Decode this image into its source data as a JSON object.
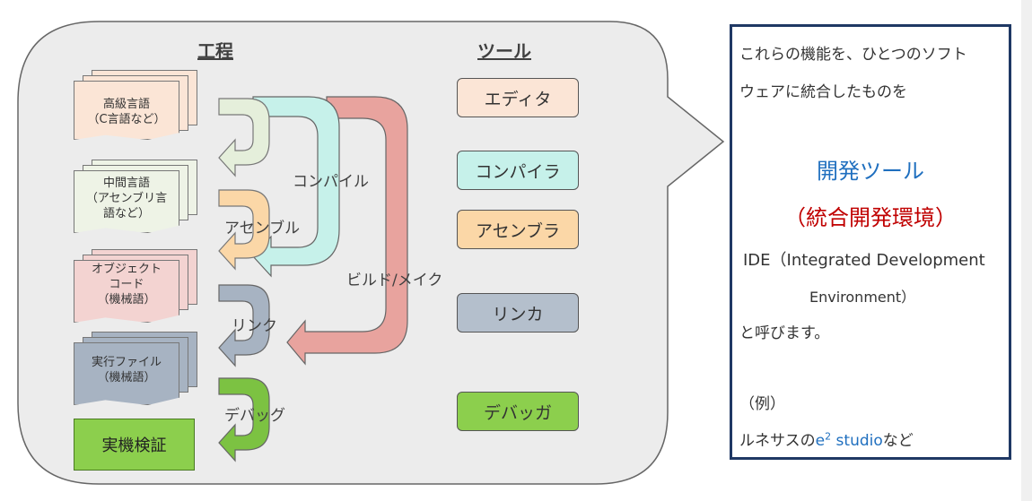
{
  "headers": {
    "process": "工程",
    "tools": "ツール"
  },
  "process_items": {
    "high_level": [
      "高級言語",
      "（C言語など）"
    ],
    "intermediate": [
      "中間言語",
      "（アセンブリ言",
      "語など）"
    ],
    "object": [
      "オブジェクト",
      "コード",
      "（機械語）"
    ],
    "executable": [
      "実行ファイル",
      "（機械語）"
    ],
    "verification": "実機検証"
  },
  "flow_labels": {
    "compile": "コンパイル",
    "assemble": "アセンブル",
    "build": "ビルド/メイク",
    "link": "リンク",
    "debug": "デバッグ"
  },
  "tools": [
    "エディタ",
    "コンパイラ",
    "アセンブラ",
    "リンカ",
    "デバッガ"
  ],
  "colors": {
    "editor": "#fbe5d6",
    "compiler": "#c6f1ea",
    "assembler": "#fbd7a7",
    "linker": "#b4bfcc",
    "debugger": "#8ccf4d",
    "panel": "#ececec",
    "title_blue": "#1f6fbf",
    "title_red": "#c00000",
    "frame": "#1f3864"
  },
  "side": {
    "line1": "これらの機能を、ひとつのソフト",
    "line2": "ウェアに統合したものを",
    "title1": "開発ツール",
    "title2": "（統合開発環境）",
    "ide1": "IDE（Integrated Development",
    "ide2": "Environment）",
    "line3": "と呼びます。",
    "ex_label": "（例）",
    "ex_pre": "ルネサスの",
    "ex_brand_e": "e",
    "ex_brand_sup": "2",
    "ex_brand_rest": " studio",
    "ex_post": "など"
  }
}
